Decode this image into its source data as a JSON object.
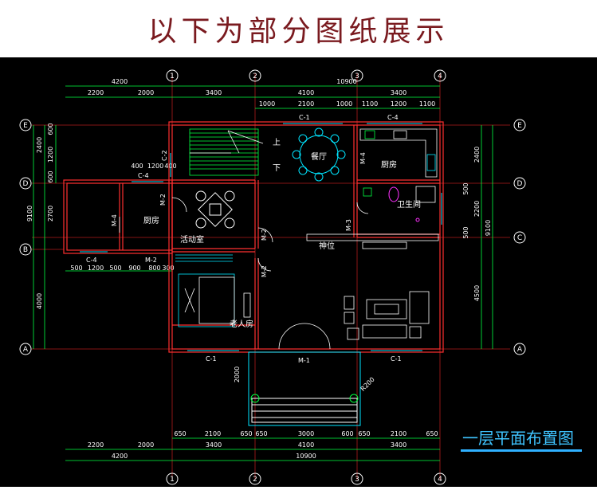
{
  "banner": {
    "title": "以下为部分图纸展示"
  },
  "caption": "一层平面布置图",
  "axes": {
    "columns": [
      "1",
      "2",
      "3",
      "4"
    ],
    "rows": [
      "E",
      "D",
      "C",
      "B",
      "A"
    ]
  },
  "dims": {
    "top_overall": "10900",
    "top_left_span": "4200",
    "top_row2": [
      "2200",
      "2000",
      "3400",
      "4100",
      "3400"
    ],
    "top_row3": [
      "1000",
      "2100",
      "1000",
      "1100",
      "1200",
      "1100"
    ],
    "left_row": [
      "2400",
      "600",
      "1200",
      "600",
      "2700",
      "9100",
      "4000"
    ],
    "right_row": [
      "2400",
      "500",
      "2200",
      "500",
      "9100",
      "4500"
    ],
    "bottom_row1": [
      "650",
      "2100",
      "650",
      "650",
      "3000",
      "600",
      "650",
      "2100",
      "650"
    ],
    "bottom_row2": [
      "2200",
      "2000",
      "3400",
      "4100",
      "3400"
    ],
    "bottom_left_span": "4200",
    "bottom_overall": "10900",
    "inner_small": [
      "400",
      "1200",
      "400"
    ],
    "left_wing_bottom": [
      "500",
      "1200",
      "500",
      "900",
      "800",
      "300"
    ],
    "porch_depth": "2000",
    "porch_radius": "R200"
  },
  "rooms": {
    "dining": "餐厅",
    "kitchen_right": "厨房",
    "kitchen_left": "厨房",
    "activity": "活动室",
    "bathroom": "卫生间",
    "elder_room": "老人房",
    "shrine": "神位",
    "stairs_up": "上",
    "stairs_down": "下"
  },
  "labels": {
    "windows": [
      "C-1",
      "C-4",
      "C-4",
      "C-2",
      "C-4",
      "C-1",
      "C-1"
    ],
    "doors": [
      "M-4",
      "M-2",
      "M-4",
      "M-2",
      "M-3",
      "M-2",
      "M-2",
      "M-1"
    ]
  },
  "colors": {
    "banner_text": "#7a1a1f",
    "wall": "#ff3030",
    "dim": "#00ff40",
    "axis_line": "#ff2d2d",
    "furniture": "#00e5ff",
    "fixture": "#ff30ff",
    "caption": "#3fc4ff"
  }
}
